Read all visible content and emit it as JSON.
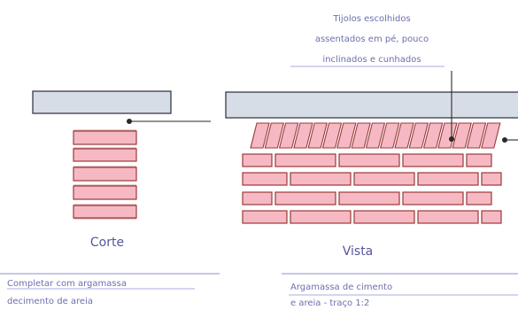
{
  "labels": {
    "top_note": [
      "Tijolos escolhidos",
      "assentados em pé, pouco",
      "inclinados e cunhados"
    ],
    "section_caption": "Corte",
    "view_caption": "Vista",
    "bottom_left_note": [
      "Completar com argamassa",
      "decimento de areia"
    ],
    "bottom_right_note": [
      "Argamassa de cimento",
      "e areia - traço 1:2"
    ]
  },
  "colors": {
    "brick_fill": "#f6b9c4",
    "brick_stroke": "#9a3a3a",
    "beam_fill": "#d6dde6",
    "beam_stroke": "#3a3a4a",
    "text": "#6d6fae",
    "leader": "#2a2a2a",
    "rule": "#8c8fd6"
  }
}
